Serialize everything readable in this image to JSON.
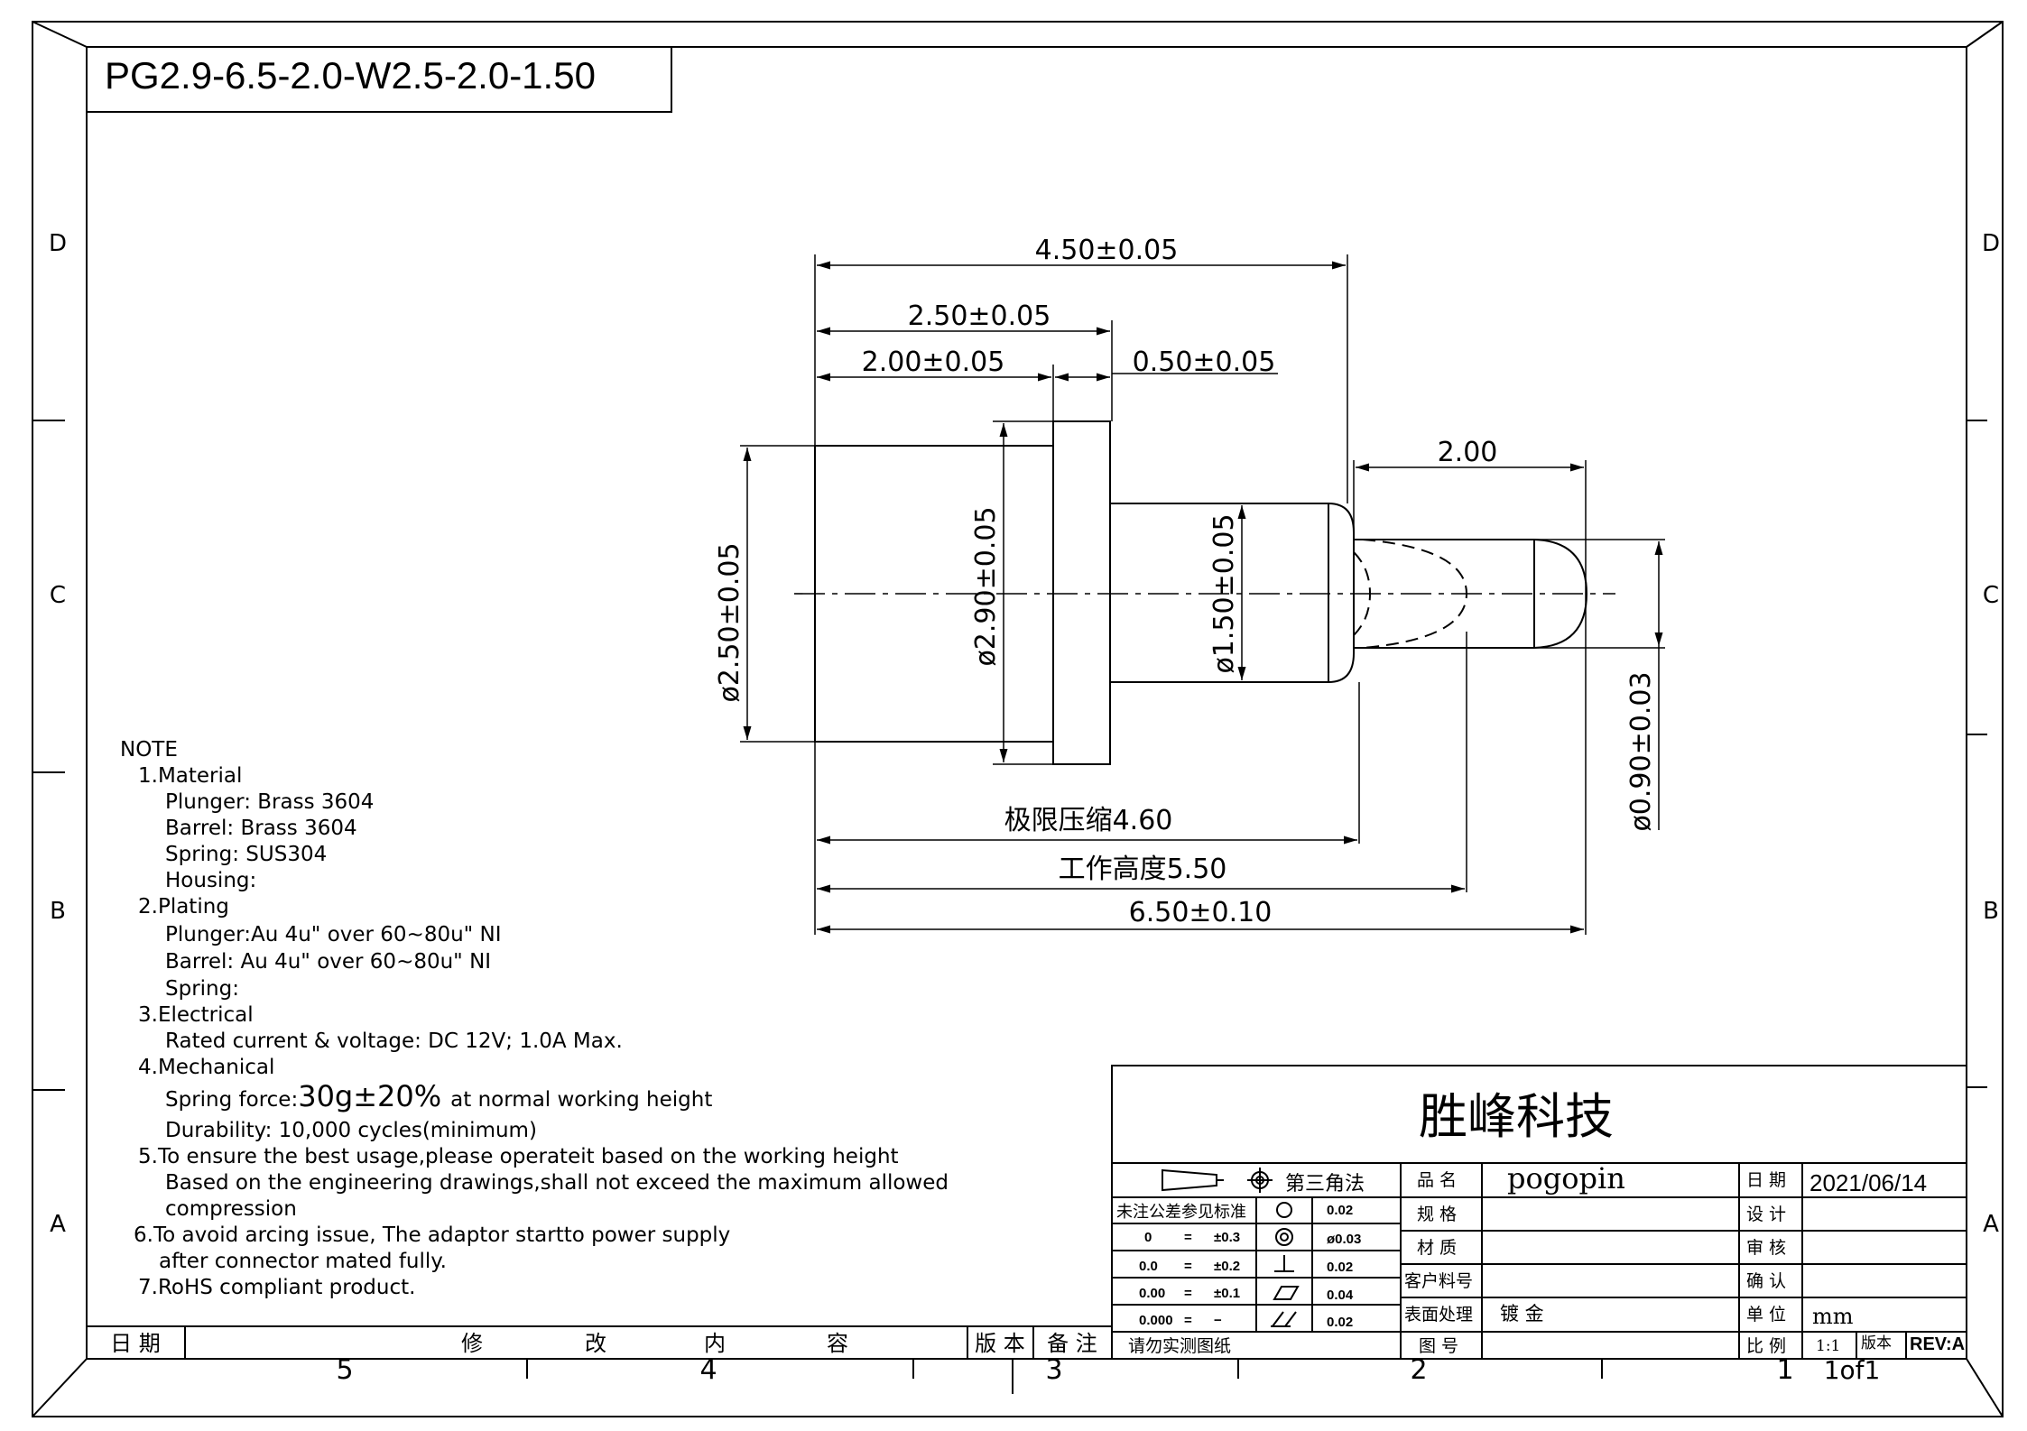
{
  "title": "PG2.9-6.5-2.0-W2.5-2.0-1.50",
  "zones": {
    "rows": [
      "D",
      "C",
      "B",
      "A"
    ],
    "cols": [
      "5",
      "4",
      "3",
      "2",
      "1"
    ]
  },
  "dimensions": {
    "total_width": "4.50±0.05",
    "flange_width": "2.50±0.05",
    "body_width": "2.00±0.05",
    "lip_width": "0.50±0.05",
    "plunger_travel": "2.00",
    "body_dia": "ø2.50±0.05",
    "flange_dia": "ø2.90±0.05",
    "barrel_dia": "ø1.50±0.05",
    "plunger_dia": "ø0.90±0.03",
    "max_compression": "极限压缩4.60",
    "working_height": "工作高度5.50",
    "total_length": "6.50±0.10"
  },
  "notes": [
    "NOTE",
    "1.Material",
    "Plunger: Brass 3604",
    "Barrel: Brass 3604",
    "Spring: SUS304",
    "Housing:",
    "2.Plating",
    "Plunger:Au 4u\" over 60~80u\" NI",
    "Barrel: Au 4u\" over 60~80u\" NI",
    "Spring:",
    "3.Electrical",
    "Rated current & voltage: DC 12V; 1.0A Max.",
    "4.Mechanical",
    "Durability: 10,000 cycles(minimum)",
    "5.To ensure the best usage,please operateit based on the working height",
    "Based on the engineering drawings,shall not exceed the maximum allowed",
    "compression",
    "6.To avoid arcing issue, The adaptor startto power supply",
    "after connector mated fully.",
    "7.RoHS compliant product."
  ],
  "spring_force": {
    "prefix": "Spring force:",
    "value": "30g±20%",
    "suffix": "at normal working height"
  },
  "revision_table": {
    "date": "日 期",
    "change": [
      "修",
      "改",
      "内",
      "容"
    ],
    "version": "版 本",
    "remark": "备 注"
  },
  "title_block": {
    "company": "胜峰科技",
    "projection": "第三角法",
    "tolerance_header": "未注公差参见标准",
    "tolerances": [
      {
        "left": "0",
        "eq": "=",
        "right": "±0.3"
      },
      {
        "left": "0.0",
        "eq": "=",
        "right": "±0.2"
      },
      {
        "left": "0.00",
        "eq": "=",
        "right": "±0.1"
      },
      {
        "left": "0.000",
        "eq": "=",
        "right": "−"
      }
    ],
    "geo_tolerances": [
      "0.02",
      "ø0.03",
      "0.02",
      "0.04",
      "0.02"
    ],
    "labels": {
      "product_name": "品 名",
      "spec": "规 格",
      "material": "材 质",
      "customer_pn": "客户料号",
      "surface": "表面处理",
      "drawing_no": "图 号",
      "date": "日 期",
      "design": "设 计",
      "review": "审 核",
      "confirm": "确 认",
      "unit": "单 位",
      "scale": "比 例",
      "version": "版本"
    },
    "values": {
      "product_name": "pogopin",
      "surface": "镀 金",
      "date": "2021/06/14",
      "unit": "mm",
      "scale": "1:1",
      "rev": "REV:A",
      "sheet": "1of1"
    },
    "footer_note": "请勿实测图纸"
  }
}
